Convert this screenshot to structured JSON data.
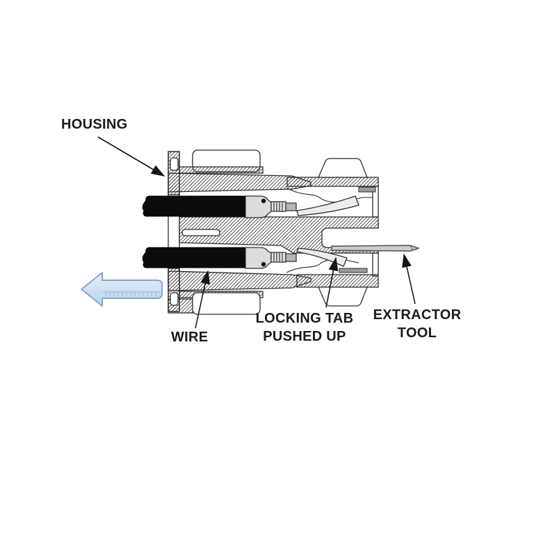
{
  "diagram": {
    "type": "technical-cross-section",
    "subject": "connector terminal extraction",
    "labels": {
      "housing": "HOUSING",
      "wire": "WIRE",
      "locking_tab": {
        "line1": "LOCKING TAB",
        "line2": "PUSHED UP"
      },
      "extractor": {
        "line1": "EXTRACTOR",
        "line2": "TOOL"
      }
    },
    "icons": {
      "pull_direction_arrow": "left-arrow"
    },
    "colors": {
      "background": "#ffffff",
      "line": "#2b2b2b",
      "label_text": "#1b1b1b",
      "wire": "#0b0b0b",
      "terminal_gray": "#dcdcdc",
      "contact_gray": "#b5b5b5",
      "tab_gray": "#ededed",
      "seal_gray": "#9a9a9a",
      "tool_gray": "#cccccc",
      "arrow_fill_light": "#e7f0fa",
      "arrow_fill_dark": "#b7d2ec",
      "arrow_outline": "#8ba3c4",
      "arrow_ticks": "#9db4d0"
    }
  }
}
